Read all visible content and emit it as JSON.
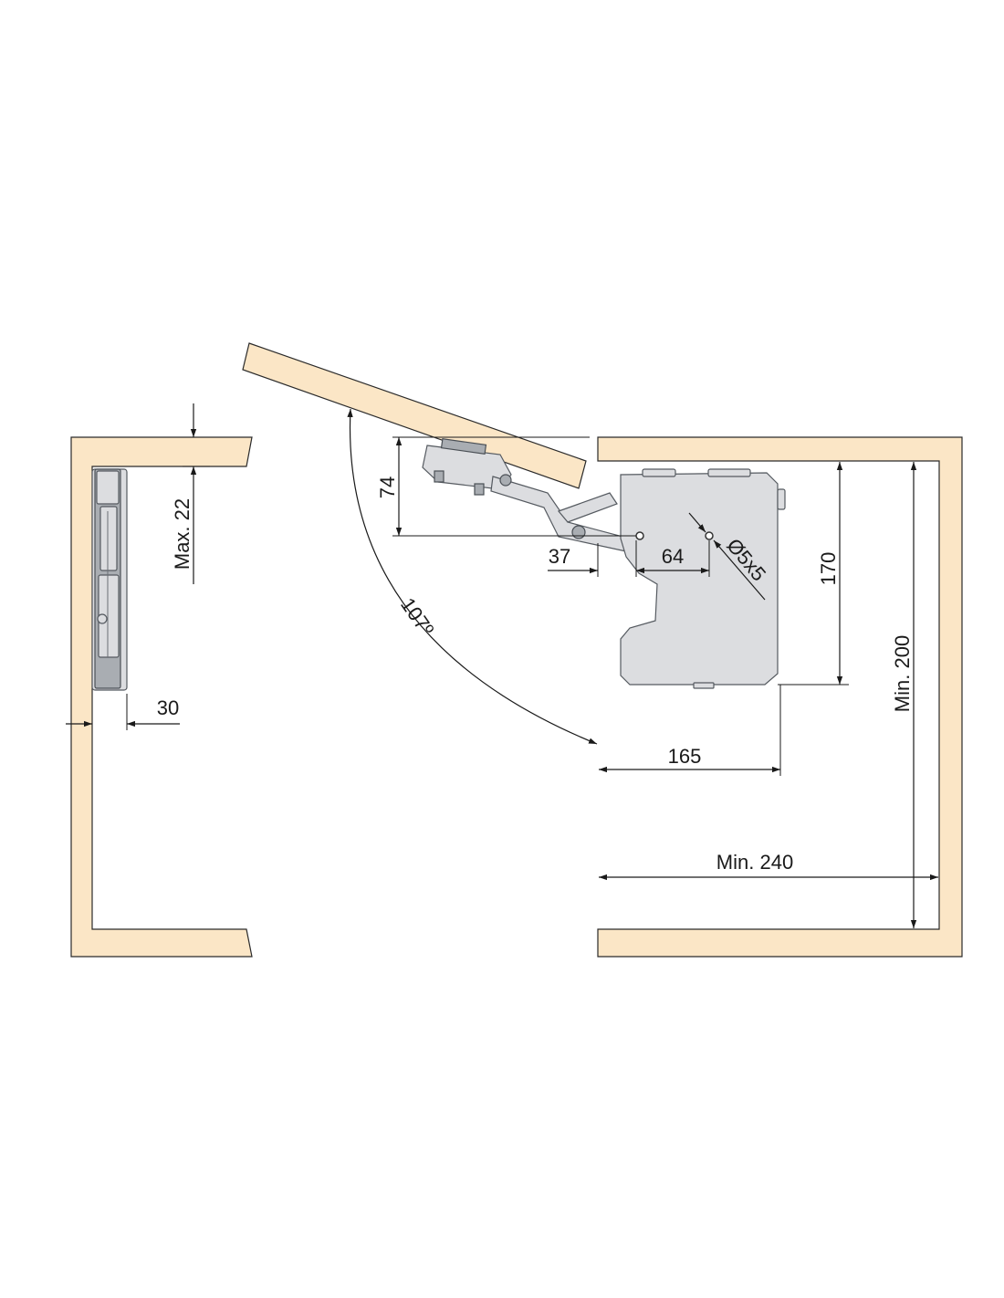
{
  "colors": {
    "wood": "#fbe6c6",
    "mechanism": "#dcdde0",
    "mechanism_dark": "#a9adb2",
    "line": "#1a1a1a"
  },
  "dimensions": {
    "max_door_thickness": "Max. 22",
    "side_clearance": "30",
    "hinge_height": "74",
    "hinge_offset": "37",
    "hole_spacing": "64",
    "hole_size": "Ø5x5",
    "mechanism_height": "170",
    "min_inner_height": "Min. 200",
    "mechanism_depth": "165",
    "min_inner_depth": "Min. 240",
    "opening_angle": "107º"
  }
}
